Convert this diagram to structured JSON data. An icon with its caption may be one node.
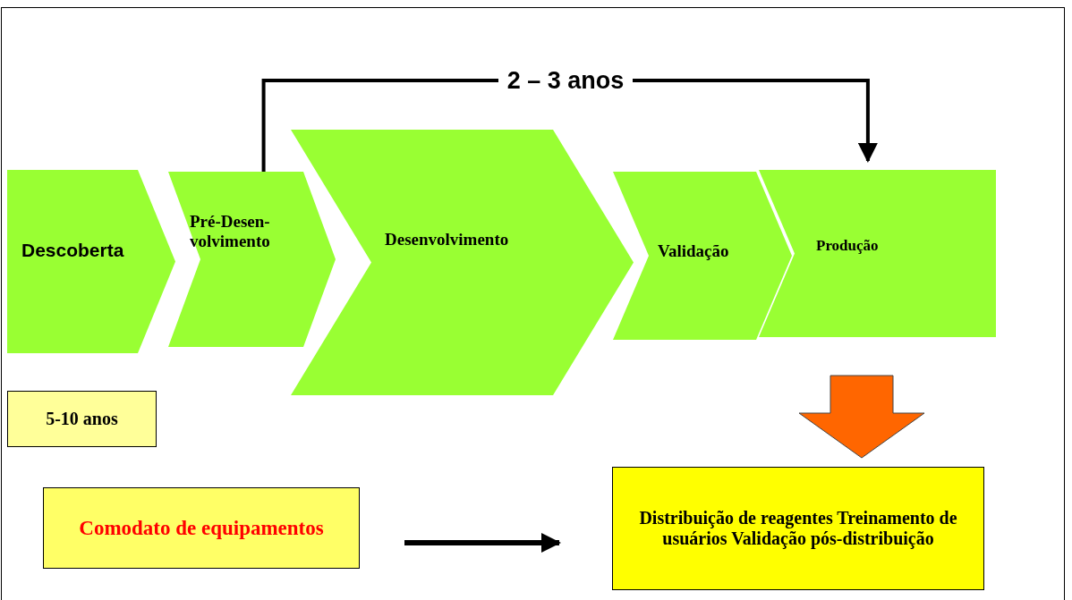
{
  "diagram": {
    "nodes": [
      {
        "text": [
          "Descoberta"
        ]
      },
      {
        "text": [
          "Pré-Desen-volvimento"
        ]
      },
      {
        "text": [
          "Desenvolvimento"
        ]
      },
      {
        "text": [
          "Validação"
        ]
      },
      {
        "text": [
          "Produção"
        ]
      },
      {
        "text": [
          "5-10 anos"
        ]
      },
      {
        "text": [
          "Comodato de equipamentos"
        ]
      },
      {
        "text": [
          "Distribuição de reagentes Treinamento de usuários Validação pós-distribuição"
        ]
      }
    ],
    "edges": [
      {
        "from": 1,
        "to": 4,
        "arrow": "to",
        "label": "2 – 3 anos"
      },
      {
        "from": 4,
        "to": 7,
        "arrow": "to",
        "style": "thick",
        "color": "#ff6600"
      },
      {
        "from": 6,
        "to": 7,
        "arrow": "to"
      }
    ]
  }
}
